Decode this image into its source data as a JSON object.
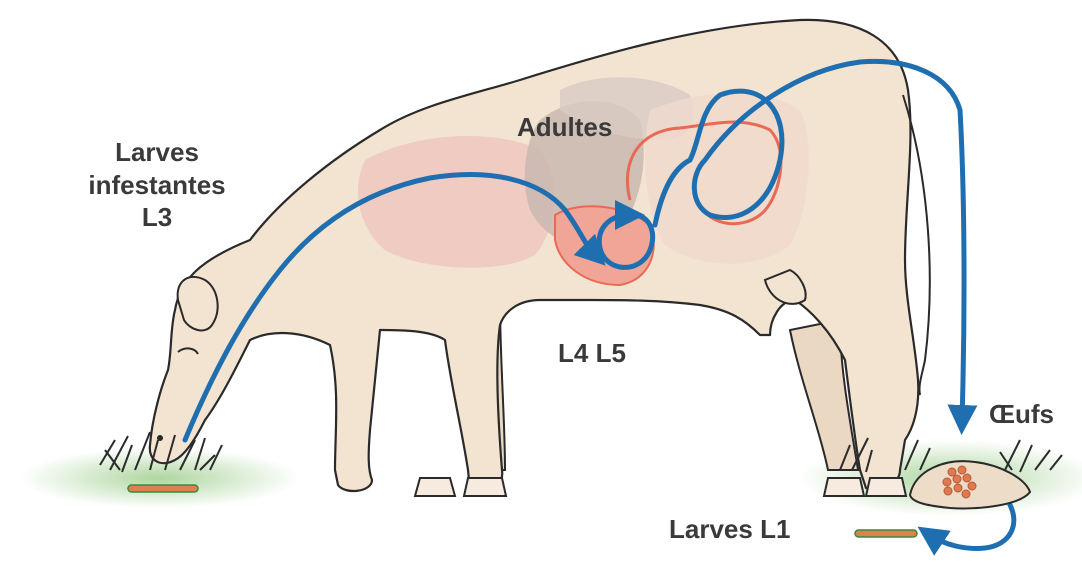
{
  "labels": {
    "infective_larvae": [
      "Larves",
      "infestantes",
      "L3"
    ],
    "adults": "Adultes",
    "l4_l5": "L4 L5",
    "eggs": "Œufs",
    "l1_larvae": "Larves L1"
  },
  "colors": {
    "cow_fill": "#f3e4d2",
    "cow_stroke": "#2a2a2a",
    "cycle_arrow": "#1f6fb0",
    "intestine": "#e86a55",
    "organ_pink": "#efc7c0",
    "organ_grey": "#c9b9b0",
    "grass": "#2b2b2b",
    "ground": "#a9d49a",
    "dung": "#ecdcc8",
    "egg": "#e07850",
    "larva": "#e08050"
  },
  "icons": [
    "cow-illustration",
    "cycle-arrow",
    "grass-tuft",
    "dung-pat",
    "egg-cluster",
    "larva"
  ]
}
